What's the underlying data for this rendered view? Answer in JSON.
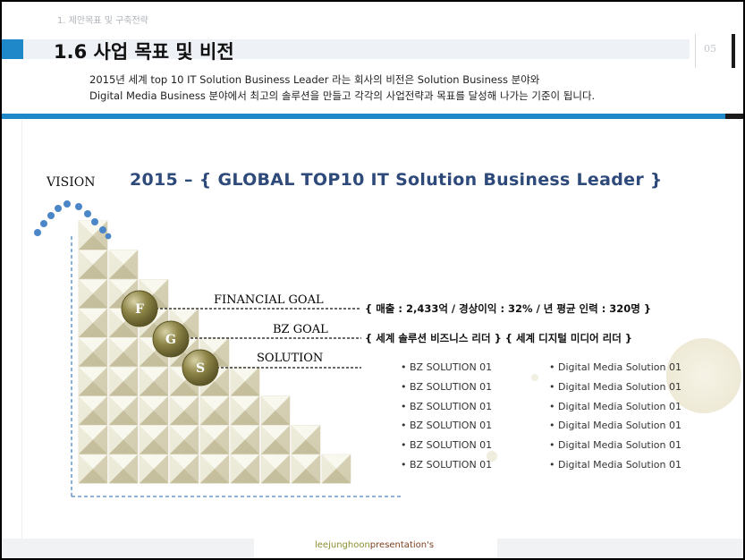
{
  "header": {
    "breadcrumb": "1. 제안목표 및 구축전략",
    "title": "1.6 사업 목표 및 비전",
    "page_number": "05",
    "description_line1": "2015년 세계 top 10 IT Solution Business Leader 라는 회사의 비전은 Solution Business 분야와",
    "description_line2": "Digital Media Business 분야에서 최고의 솔루션을 만들고 각각의 사업전략과 목표를 달성해 나가는 기준이 됩니다."
  },
  "vision": {
    "label": "VISION",
    "heading": "2015 – { GLOBAL TOP10 IT Solution Business Leader }"
  },
  "goals": [
    {
      "badge": "F",
      "label": "FINANCIAL GOAL",
      "detail": "{ 매출 : 2,433억 / 경상이익 : 32% / 년 평균 인력 : 320명 }"
    },
    {
      "badge": "G",
      "label": "BZ GOAL",
      "detail": "{ 세계 솔루션 비즈니스 리더 }  { 세계 디지털 미디어 리더 }"
    },
    {
      "badge": "S",
      "label": "SOLUTION",
      "detail": ""
    }
  ],
  "solutions": {
    "bz": [
      "• BZ SOLUTION 01",
      "• BZ SOLUTION 01",
      "• BZ SOLUTION 01",
      "• BZ SOLUTION 01",
      "• BZ SOLUTION 01",
      "• BZ SOLUTION 01"
    ],
    "dm": [
      "• Digital Media Solution 01",
      "• Digital Media Solution 01",
      "• Digital Media Solution 01",
      "• Digital Media Solution 01",
      "• Digital Media Solution 01",
      "• Digital Media Solution 01"
    ]
  },
  "footer": {
    "part1": "leejunghoon",
    "part2": "presentation's"
  },
  "colors": {
    "accent_blue": "#1e88c8",
    "heading_navy": "#2e4a7a",
    "dot_blue": "#4a86c8",
    "badge_olive": "#7a7236",
    "tile_light": "#e9e6d7"
  }
}
